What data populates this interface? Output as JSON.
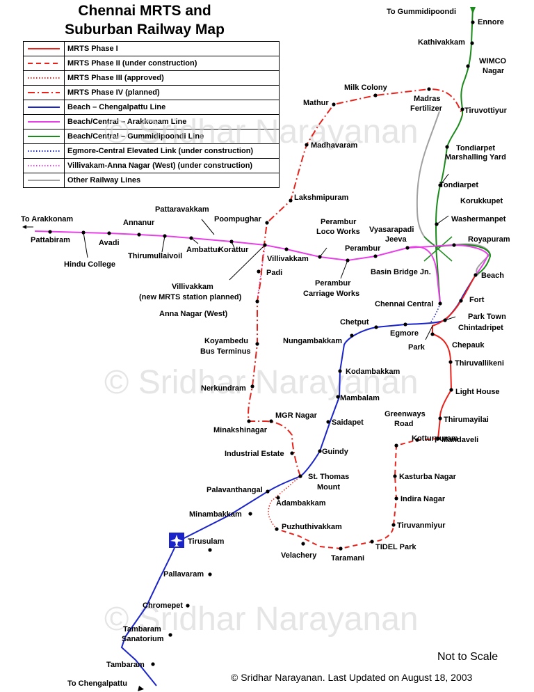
{
  "title": {
    "line1": "Chennai MRTS and",
    "line2": "Suburban Railway Map"
  },
  "legend": [
    {
      "label": "MRTS Phase I",
      "color": "#e8221b",
      "style": "solid"
    },
    {
      "label": "MRTS Phase II (under construction)",
      "color": "#e8221b",
      "style": "dashed"
    },
    {
      "label": "MRTS Phase III (approved)",
      "color": "#e8221b",
      "style": "dotted"
    },
    {
      "label": "MRTS Phase IV (planned)",
      "color": "#e8221b",
      "style": "dashdot"
    },
    {
      "label": "Beach – Chengalpattu  Line",
      "color": "#1a24c8",
      "style": "solid"
    },
    {
      "label": "Beach/Central – Arakkonam Line",
      "color": "#e640e6",
      "style": "solid"
    },
    {
      "label": "Beach/Central – Gummidipoondi Line",
      "color": "#1a8a1a",
      "style": "solid"
    },
    {
      "label": "Egmore-Central Elevated Link (under construction)",
      "color": "#1a24c8",
      "style": "dotted"
    },
    {
      "label": "Villivakam-Anna Nagar (West) (under construction)",
      "color": "#e640e6",
      "style": "dotted"
    },
    {
      "label": "Other Railway Lines",
      "color": "#a0a0a0",
      "style": "solid"
    }
  ],
  "directions": {
    "gummidipoondi": "To Gummidipoondi",
    "arakkonam": "To Arakkonam",
    "chengalpattu": "To Chengalpattu"
  },
  "stations": {
    "ennore": "Ennore",
    "kathivakkam": "Kathivakkam",
    "wimco1": "WIMCO",
    "wimco2": "Nagar",
    "tiruvottiyur": "Tiruvottiyur",
    "tondiarpet_yard1": "Tondiarpet",
    "tondiarpet_yard2": "Marshalling Yard",
    "tondiarpet": "Tondiarpet",
    "korukkupet": "Korukkupet",
    "washermanpet": "Washermanpet",
    "royapuram": "Royapuram",
    "beach": "Beach",
    "fort": "Fort",
    "park_town": "Park Town",
    "chintadripet": "Chintadripet",
    "chepauk": "Chepauk",
    "thiruvallikeni": "Thiruvallikeni",
    "light_house": "Light House",
    "thirumayilai": "Thirumayilai",
    "mandaveli": "Mandaveli",
    "greenways1": "Greenways",
    "greenways2": "Road",
    "kotturpuram": "Kotturpuram",
    "kasturba": "Kasturba Nagar",
    "indira": "Indira Nagar",
    "tiruvanmiyur": "Tiruvanmiyur",
    "tidel": "TIDEL Park",
    "taramani": "Taramani",
    "velachery": "Velachery",
    "puzhuthivakkam": "Puzhuthivakkam",
    "adambakkam": "Adambakkam",
    "st_thomas1": "St. Thomas",
    "st_thomas2": "Mount",
    "guindy": "Guindy",
    "saidapet": "Saidapet",
    "mambalam": "Mambalam",
    "kodambakkam": "Kodambakkam",
    "nungambakkam": "Nungambakkam",
    "chetput": "Chetput",
    "egmore": "Egmore",
    "park": "Park",
    "chennai_central": "Chennai Central",
    "basin_bridge": "Basin Bridge Jn.",
    "vyasarapadi1": "Vyasarapadi",
    "vyasarapadi2": "Jeeva",
    "perambur": "Perambur",
    "perambur_loco1": "Perambur",
    "perambur_loco2": "Loco Works",
    "perambur_carriage1": "Perambur",
    "perambur_carriage2": "Carriage Works",
    "villivakkam": "Villivakkam",
    "villivakkam_new1": "Villivakkam",
    "villivakkam_new2": "(new MRTS station planned)",
    "padi": "Padi",
    "korattur": "Korattur",
    "ambattur": "Ambattur",
    "pattaravakkam": "Pattaravakkam",
    "thirumullaivoil": "Thirumullaivoil",
    "annanur": "Annanur",
    "avadi": "Avadi",
    "hindu_college": "Hindu College",
    "pattabiram": "Pattabiram",
    "poompughar": "Poompughar",
    "lakshmipuram": "Lakshmipuram",
    "madhavaram": "Madhavaram",
    "mathur": "Mathur",
    "milk_colony": "Milk Colony",
    "madras_fert1": "Madras",
    "madras_fert2": "Fertilizer",
    "anna_nagar_west": "Anna Nagar (West)",
    "koyambedu1": "Koyambedu",
    "koyambedu2": "Bus Terminus",
    "nerkundram": "Nerkundram",
    "minakshinagar": "Minakshinagar",
    "mgr_nagar": "MGR Nagar",
    "industrial_estate": "Industrial Estate",
    "palavanthangal": "Palavanthangal",
    "minambakkam": "Minambakkam",
    "tirusulam": "Tirusulam",
    "pallavaram": "Pallavaram",
    "chromepet": "Chromepet",
    "tambaram_san1": "Tambaram",
    "tambaram_san2": "Sanatorium",
    "tambaram": "Tambaram"
  },
  "notes": {
    "scale": "Not to Scale",
    "credit": "© Sridhar Narayanan. Last Updated on August 18, 2003",
    "watermark": "© Sridhar Narayanan"
  },
  "icons": {
    "airport": "airplane-icon"
  }
}
